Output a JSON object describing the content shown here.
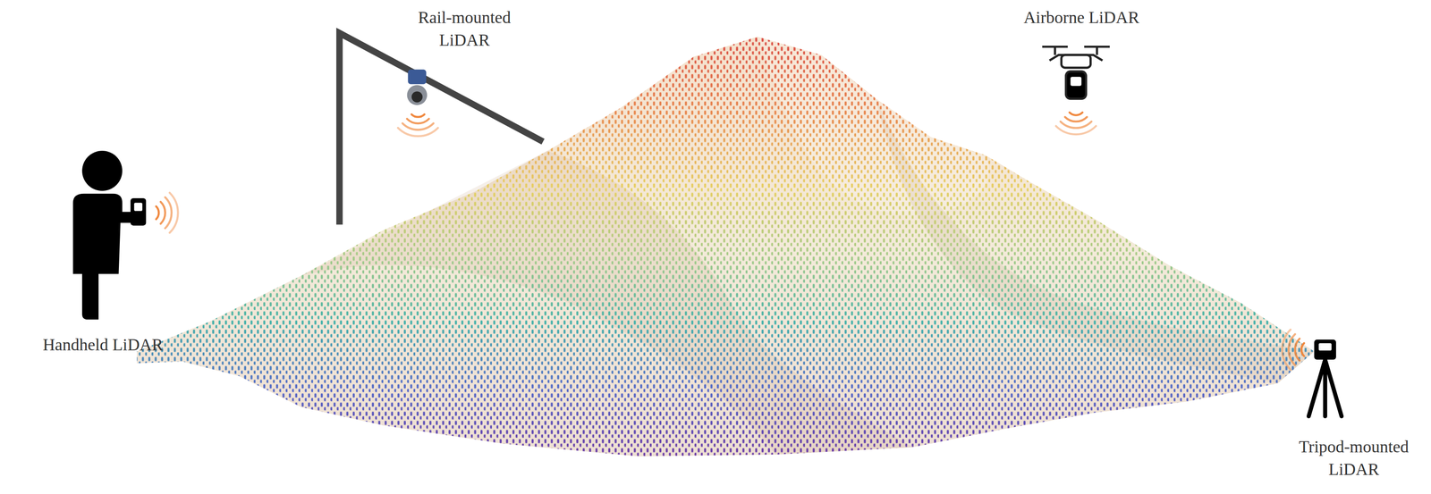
{
  "diagram": {
    "labels": [
      "Rail-mounted LiDAR",
      "Airborne LiDAR",
      "Handheld LiDAR",
      "Tripod-mounted LiDAR"
    ]
  }
}
